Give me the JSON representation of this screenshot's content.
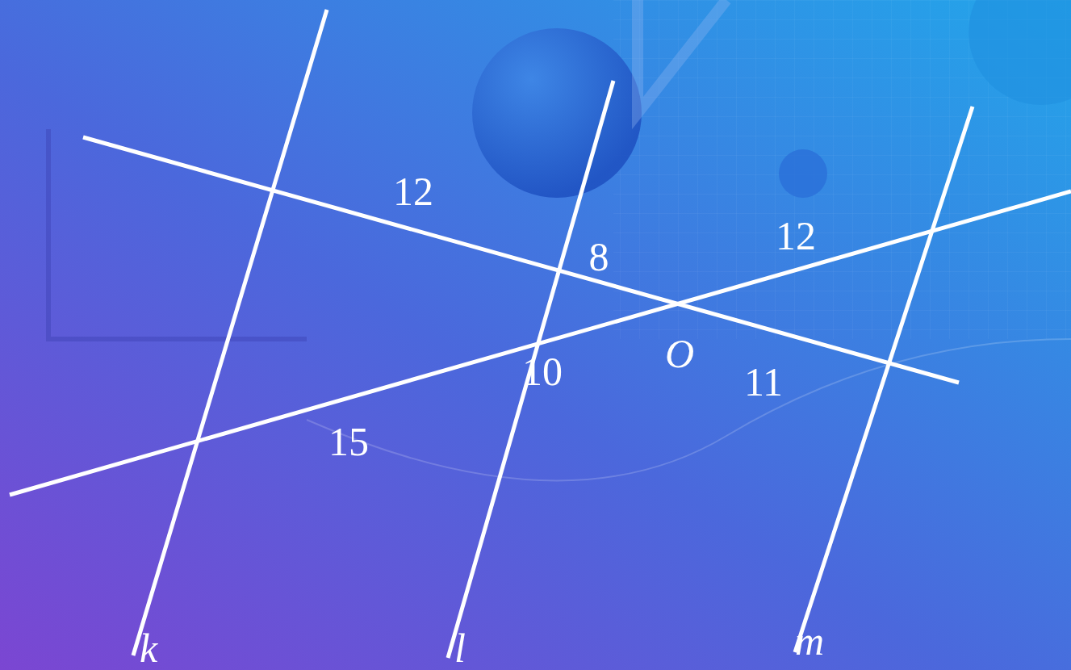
{
  "diagram": {
    "labels": [
      "12",
      "8",
      "12",
      "10",
      "O",
      "11",
      "15",
      "k",
      "l",
      "m"
    ]
  }
}
